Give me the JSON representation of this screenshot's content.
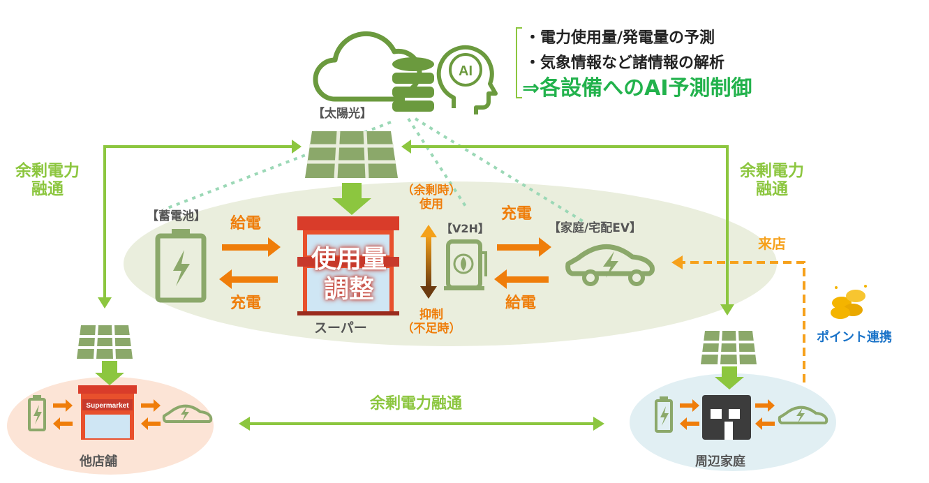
{
  "ai_box": {
    "icon": "ai-head-icon",
    "icon_text": "AI",
    "lines": [
      "・電力使用量/発電量の予測",
      "・気象情報など諸情報の解析"
    ],
    "result": "⇒各設備へのAI予測制御"
  },
  "labels": {
    "solar": "【太陽光】",
    "battery": "【蓄電池】",
    "v2h": "【V2H】",
    "home_ev": "【家庭/宅配EV】",
    "supply_left": "給電",
    "charge_left": "充電",
    "charge_right": "充電",
    "supply_right": "給電",
    "surplus_use": "（余剰時）\n使用",
    "suppress": "抑制\n（不足時）",
    "store_sign": "使用量\n調整",
    "supermarket": "スーパー",
    "surplus_left": "余剰電力\n融通",
    "surplus_right": "余剰電力\n融通",
    "surplus_bottom": "余剰電力融通",
    "visit": "来店",
    "points": "ポイント連携",
    "other_store": "他店舗",
    "neighbor_home": "周辺家庭",
    "supermarket_sign": "Supermarket"
  },
  "colors": {
    "green": "#8cc63f",
    "orange": "#ef7d0a",
    "olive": "#6b9a3e",
    "ellipse": "#eaeedd",
    "text_gray": "#555555",
    "ai_result": "#22b24c"
  }
}
